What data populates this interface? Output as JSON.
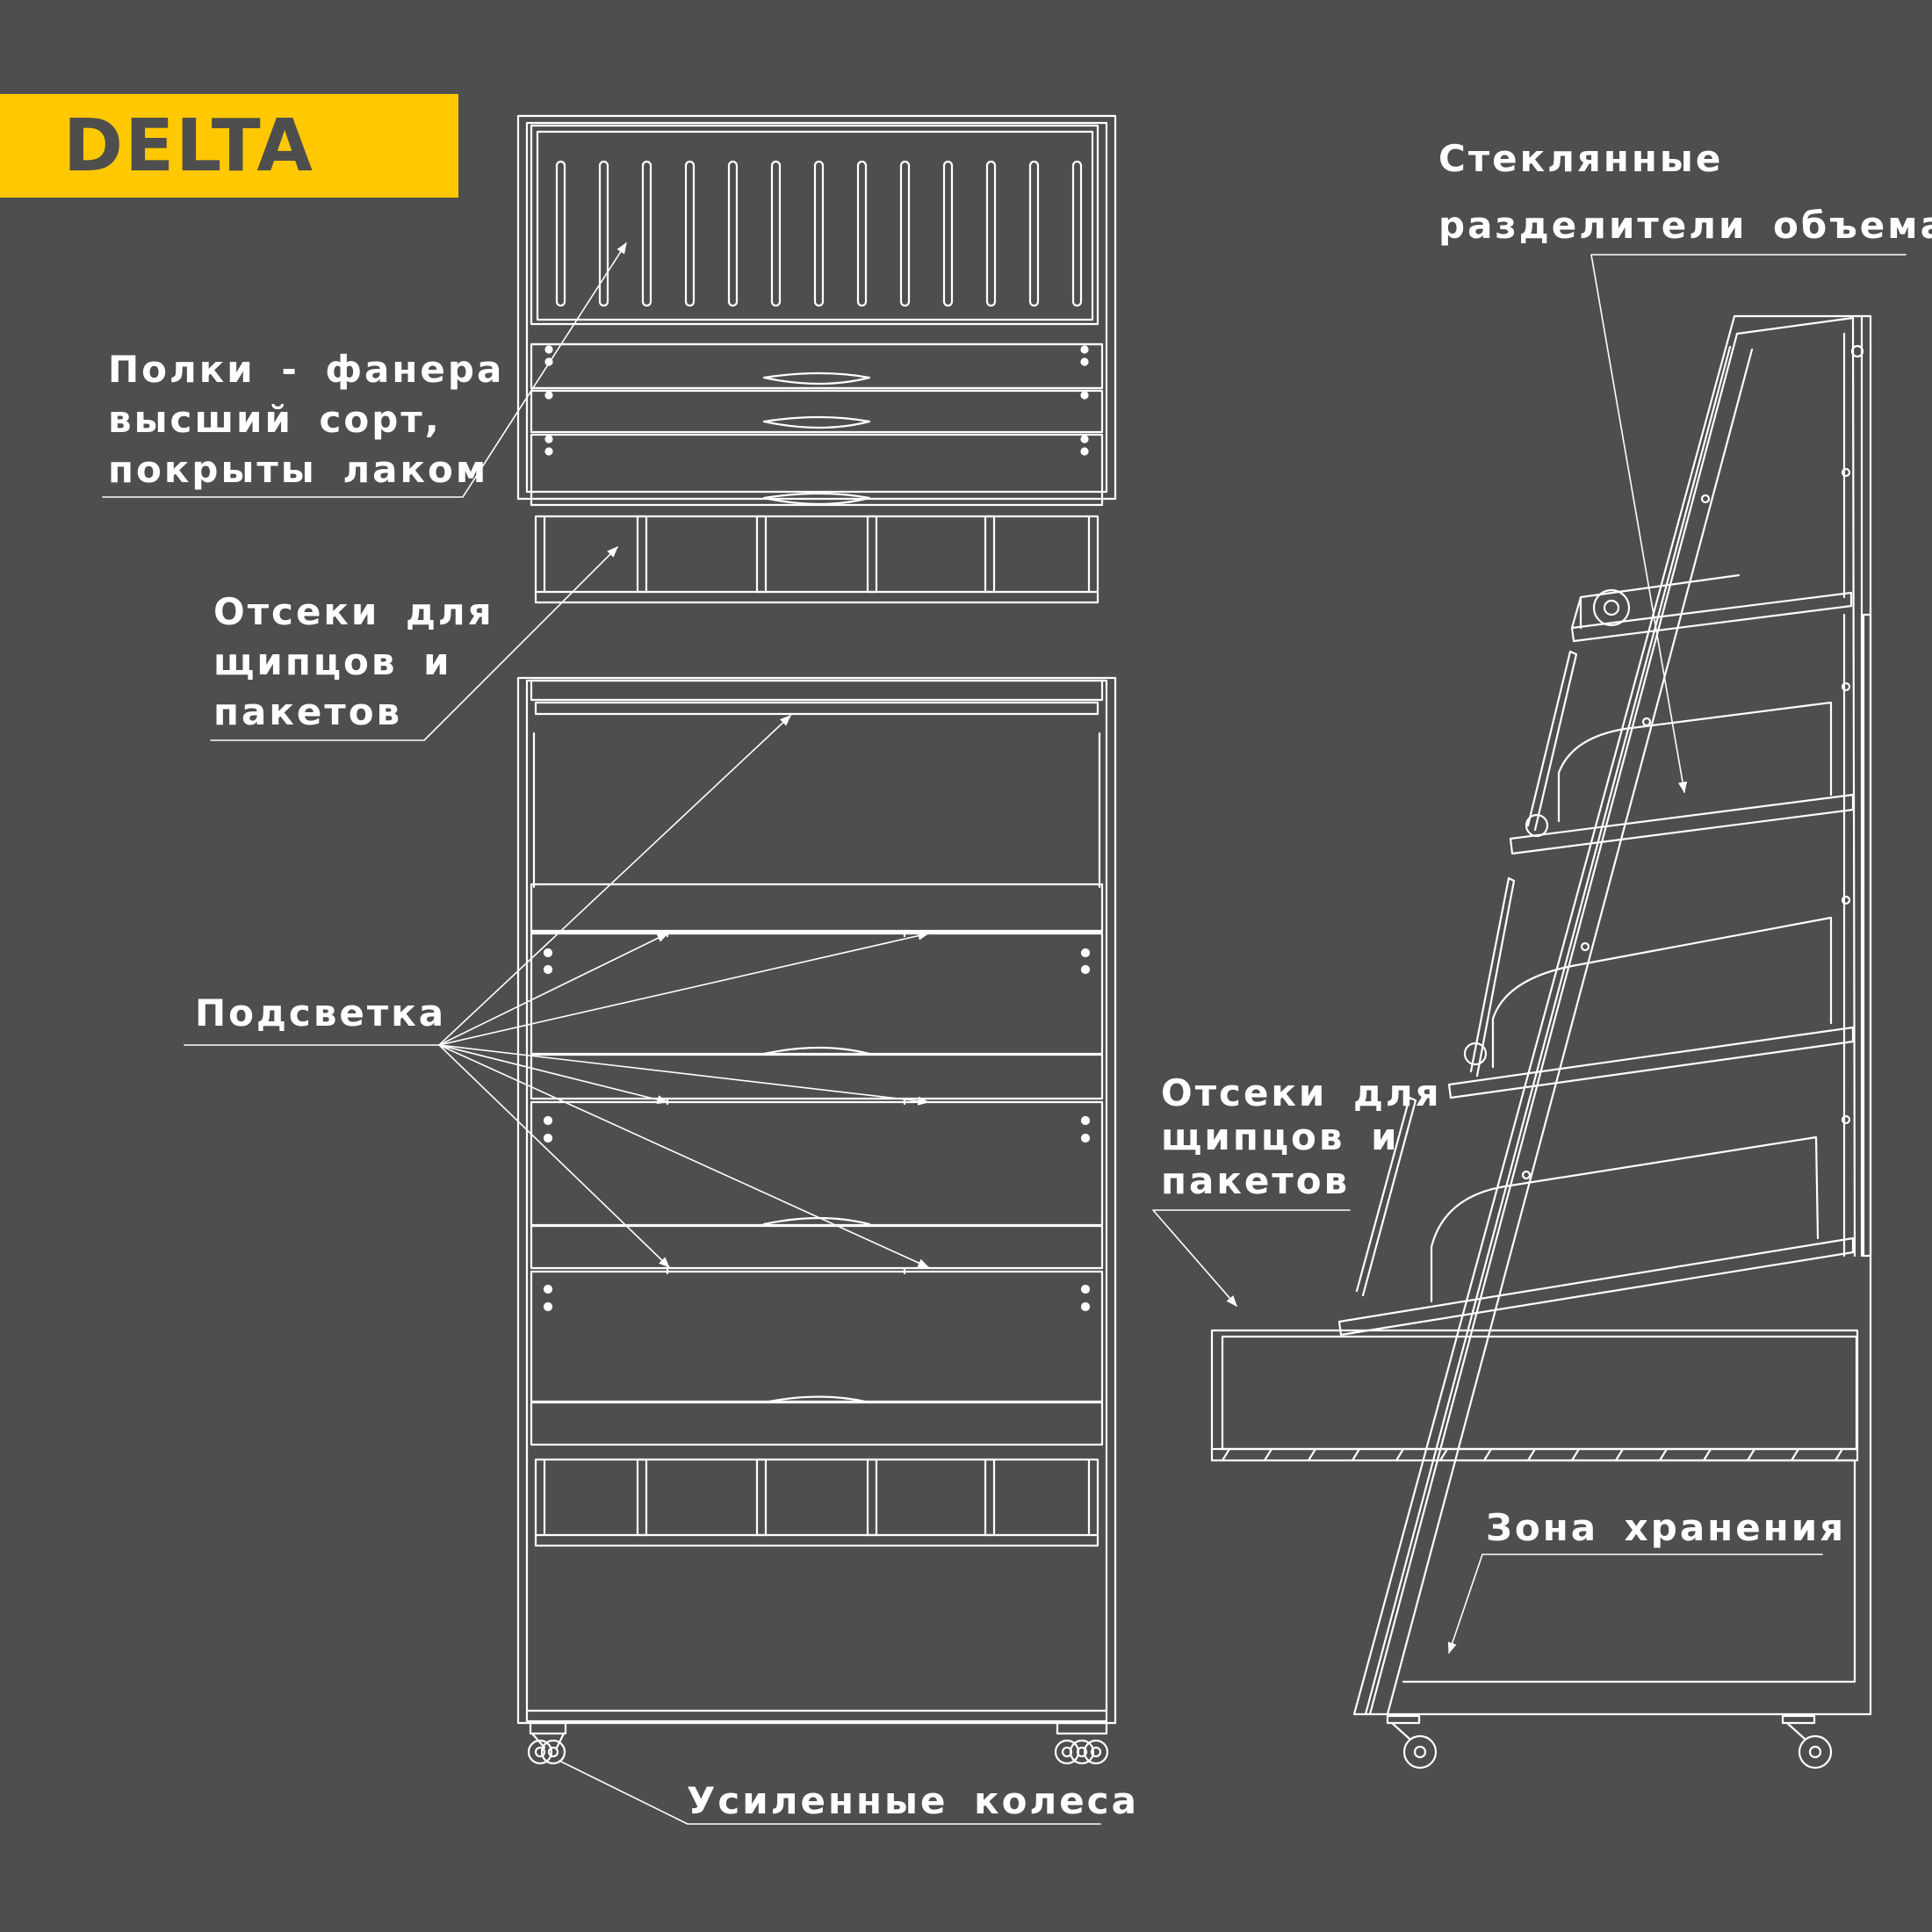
{
  "brand": {
    "name": "DELTA",
    "badge_color": "#ffc800"
  },
  "colors": {
    "background": "#4e4e4e",
    "lines": "#ffffff"
  },
  "callouts": {
    "shelves": [
      "Полки - фанера",
      "высший сорт,",
      "покрыты лаком"
    ],
    "compartments_front": [
      "Отсеки для",
      "щипцов и",
      "пакетов"
    ],
    "lighting": [
      "Подсветка"
    ],
    "wheels": [
      "Усиленные колеса"
    ],
    "glass_dividers": [
      "Стеклянные",
      "разделители объема"
    ],
    "compartments_side": [
      "Отсеки для",
      "щипцов и",
      "пакетов"
    ],
    "storage": [
      "Зона хранения"
    ]
  }
}
